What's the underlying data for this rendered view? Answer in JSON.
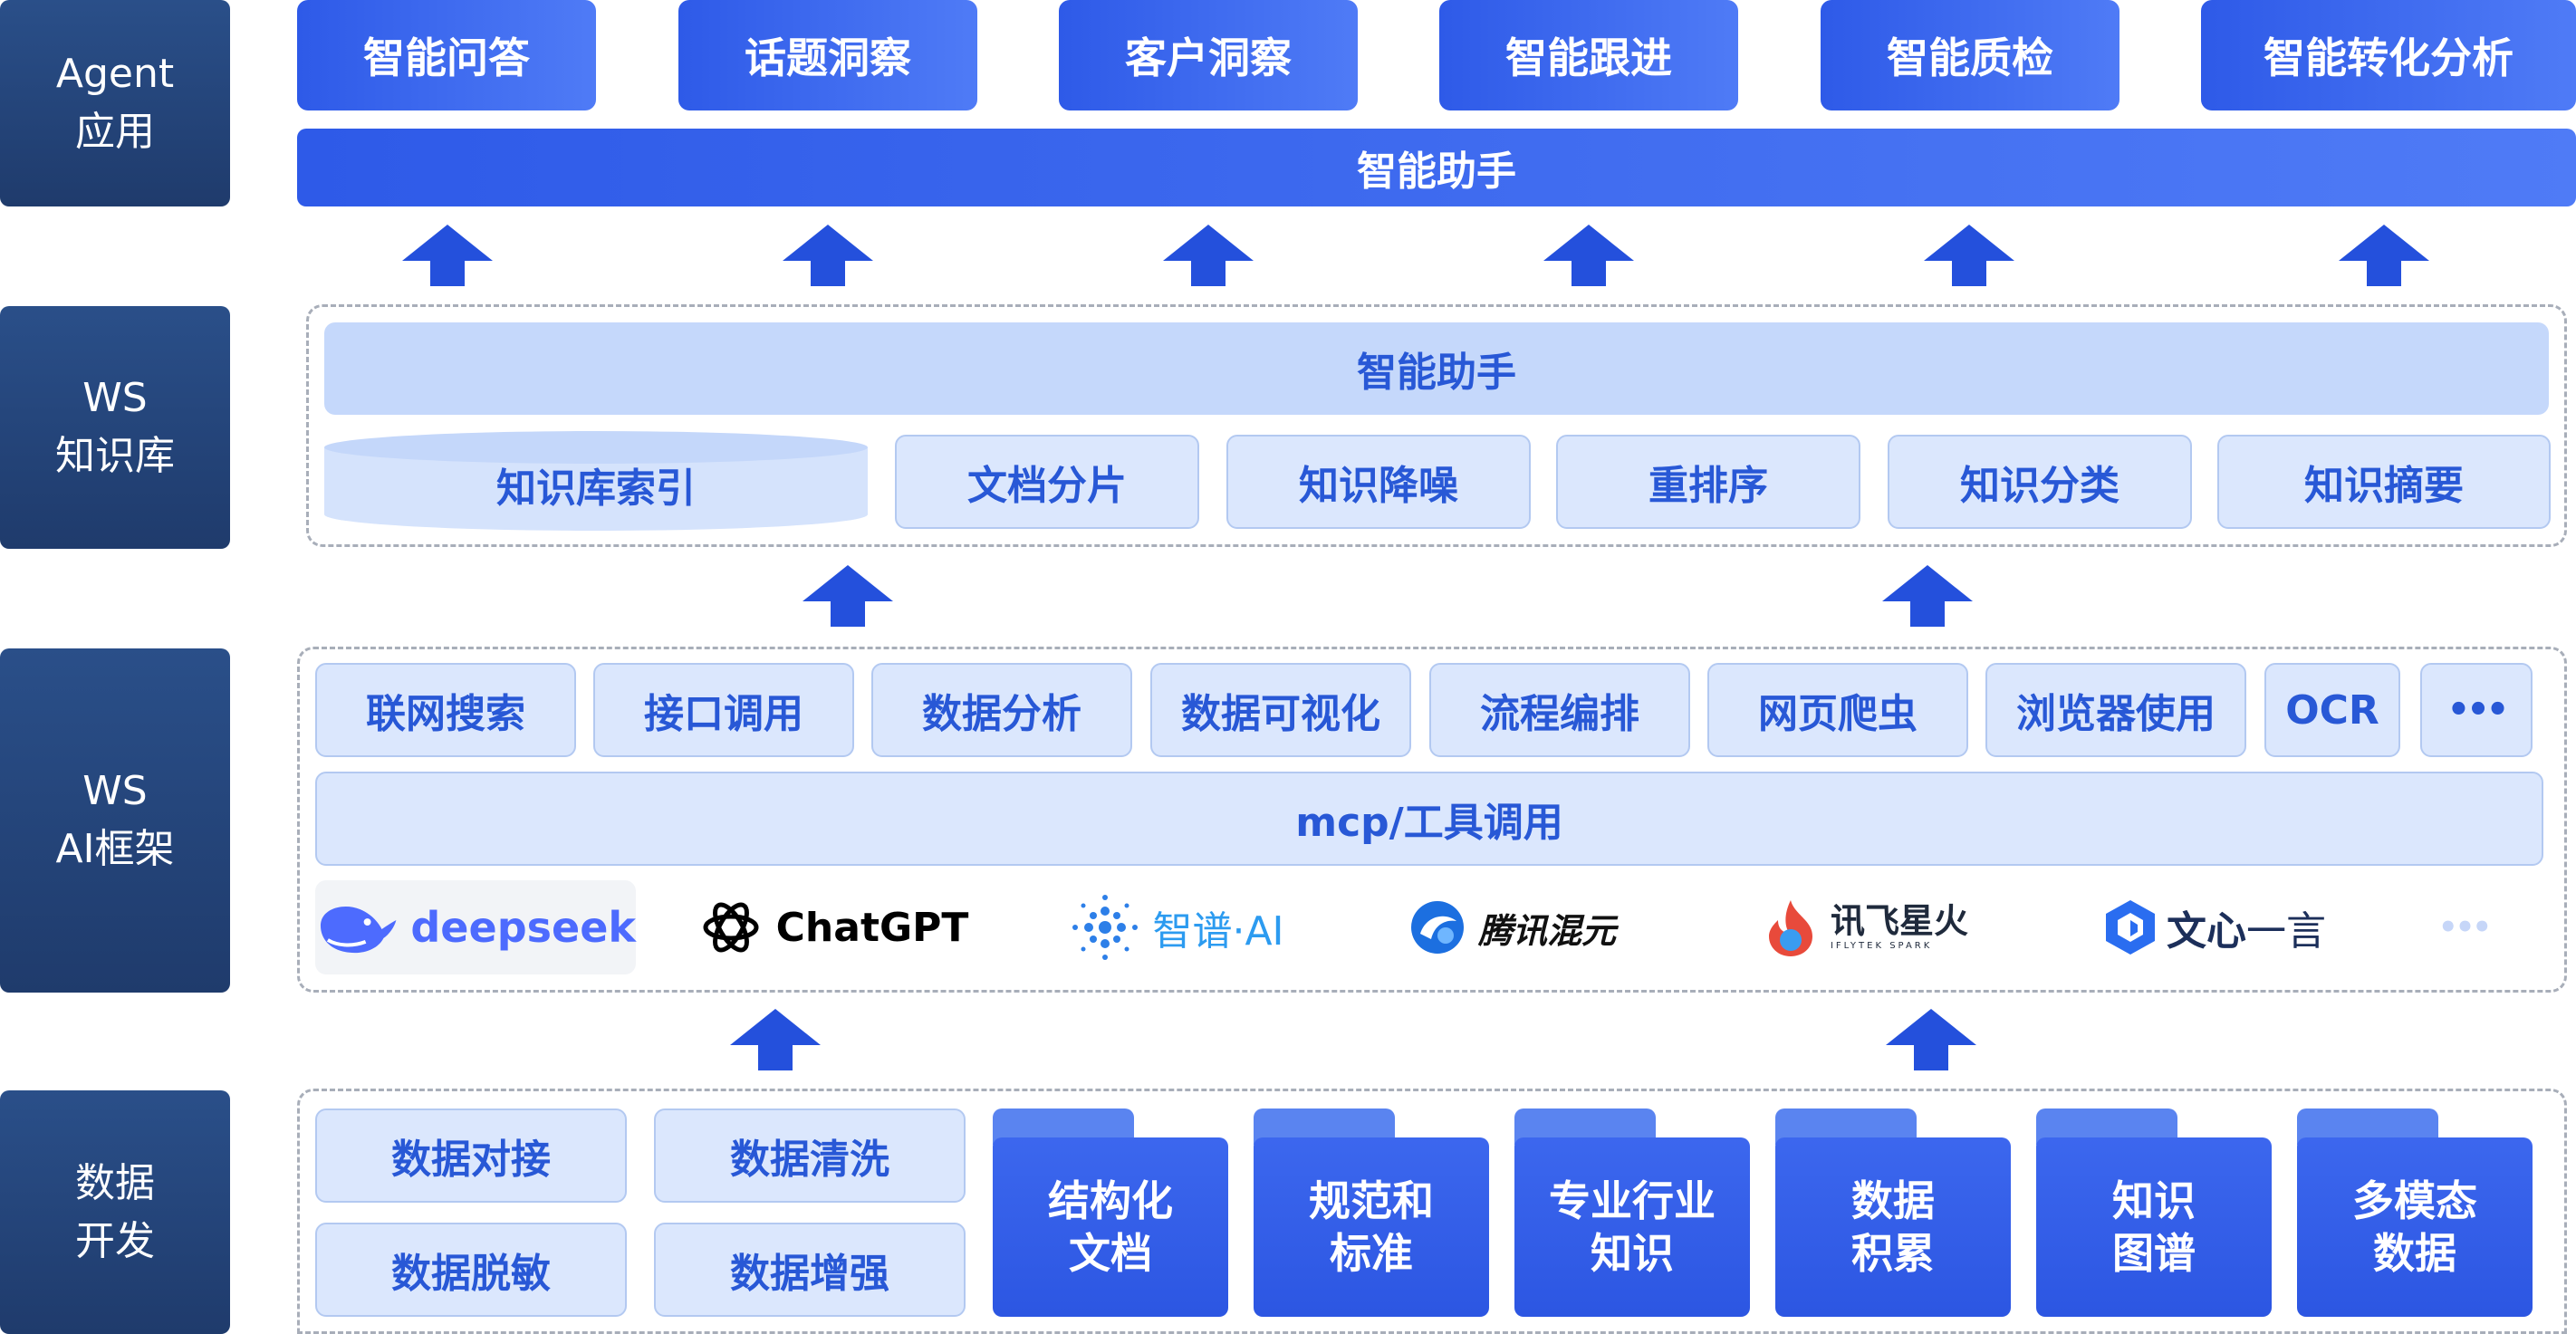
{
  "rows": {
    "agent": [
      "Agent",
      "应用"
    ],
    "kb": [
      "WS",
      "知识库"
    ],
    "ai": [
      "WS",
      "AI框架"
    ],
    "data": [
      "数据",
      "开发"
    ]
  },
  "agent_apps": [
    "智能问答",
    "话题洞察",
    "客户洞察",
    "智能跟进",
    "智能质检",
    "智能转化分析"
  ],
  "agent_bar": "智能助手",
  "kb_bar": "智能助手",
  "kb_index": "知识库索引",
  "kb_items": [
    "文档分片",
    "知识降噪",
    "重排序",
    "知识分类",
    "知识摘要"
  ],
  "ai_tools": [
    "联网搜索",
    "接口调用",
    "数据分析",
    "数据可视化",
    "流程编排",
    "网页爬虫",
    "浏览器使用",
    "OCR"
  ],
  "ai_more": "•••",
  "ai_bar": "mcp/工具调用",
  "models": {
    "deepseek": "deepseek",
    "chatgpt": "ChatGPT",
    "zhipu": "智谱·AI",
    "hunyuan": "腾讯混元",
    "xunfei": "讯飞星火",
    "xunfei_sub": "IFLYTEK SPARK",
    "wenxin_a": "文心",
    "wenxin_b": "一言",
    "more": "•••"
  },
  "data_ops": [
    "数据对接",
    "数据清洗",
    "数据脱敏",
    "数据增强"
  ],
  "data_sources": [
    [
      "结构化",
      "文档"
    ],
    [
      "规范和",
      "标准"
    ],
    [
      "专业行业",
      "知识"
    ],
    [
      "数据",
      "积累"
    ],
    [
      "知识",
      "图谱"
    ],
    [
      "多模态",
      "数据"
    ]
  ],
  "colors": {
    "accent": "#2e5ae8",
    "label_bg": "#1f3b6c",
    "light": "#dbe7fd",
    "deepseek": "#4d6bfe"
  },
  "icons": [
    "up-arrow-icon",
    "deepseek-whale-icon",
    "openai-icon",
    "zhipu-dots-icon",
    "hunyuan-icon",
    "xunfei-icon",
    "wenxin-icon",
    "more-dots-icon"
  ]
}
